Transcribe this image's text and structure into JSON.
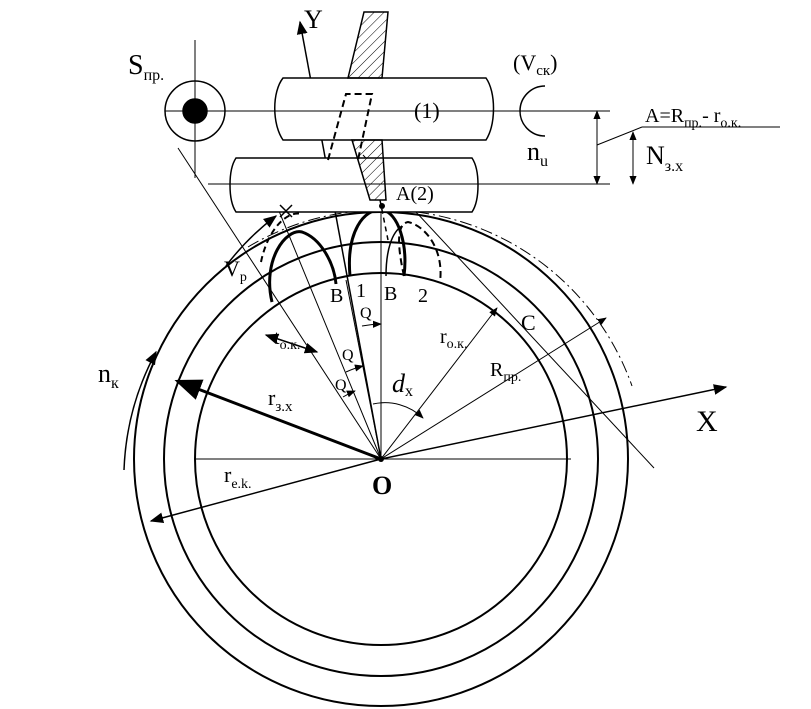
{
  "labels": {
    "y_axis": "Y",
    "x_axis": "X",
    "origin": "O",
    "s_main": "S",
    "s_sub": "пр.",
    "v_open": "(V",
    "v_sub": "ск",
    "v_close": ")",
    "part1": "(1)",
    "formula_a": "A=R",
    "formula_sub1": "пр.",
    "formula_mid": "- r",
    "formula_sub2": "о.к.",
    "n_u": "n",
    "n_u_sub": "u",
    "n_z": "N",
    "n_z_sub": "з.х",
    "a2": "A(2)",
    "vp": "V",
    "vp_sub": "р",
    "b_left": "B",
    "one": "1",
    "b_right": "B",
    "two": "2",
    "q_top": "Q",
    "q_mid": "Q",
    "q_low": "Q",
    "t": "t",
    "t_sub": "о.к.",
    "r_ok": "r",
    "r_ok_sub": "о.к.",
    "c": "C",
    "r_pr": "R",
    "r_pr_sub": "пр.",
    "d": "d",
    "d_sub": "x",
    "n_k": "n",
    "n_k_sub": "к",
    "r_z": "r",
    "r_z_sub": "з.х",
    "r_e": "r",
    "r_e_sub": "e.k."
  }
}
